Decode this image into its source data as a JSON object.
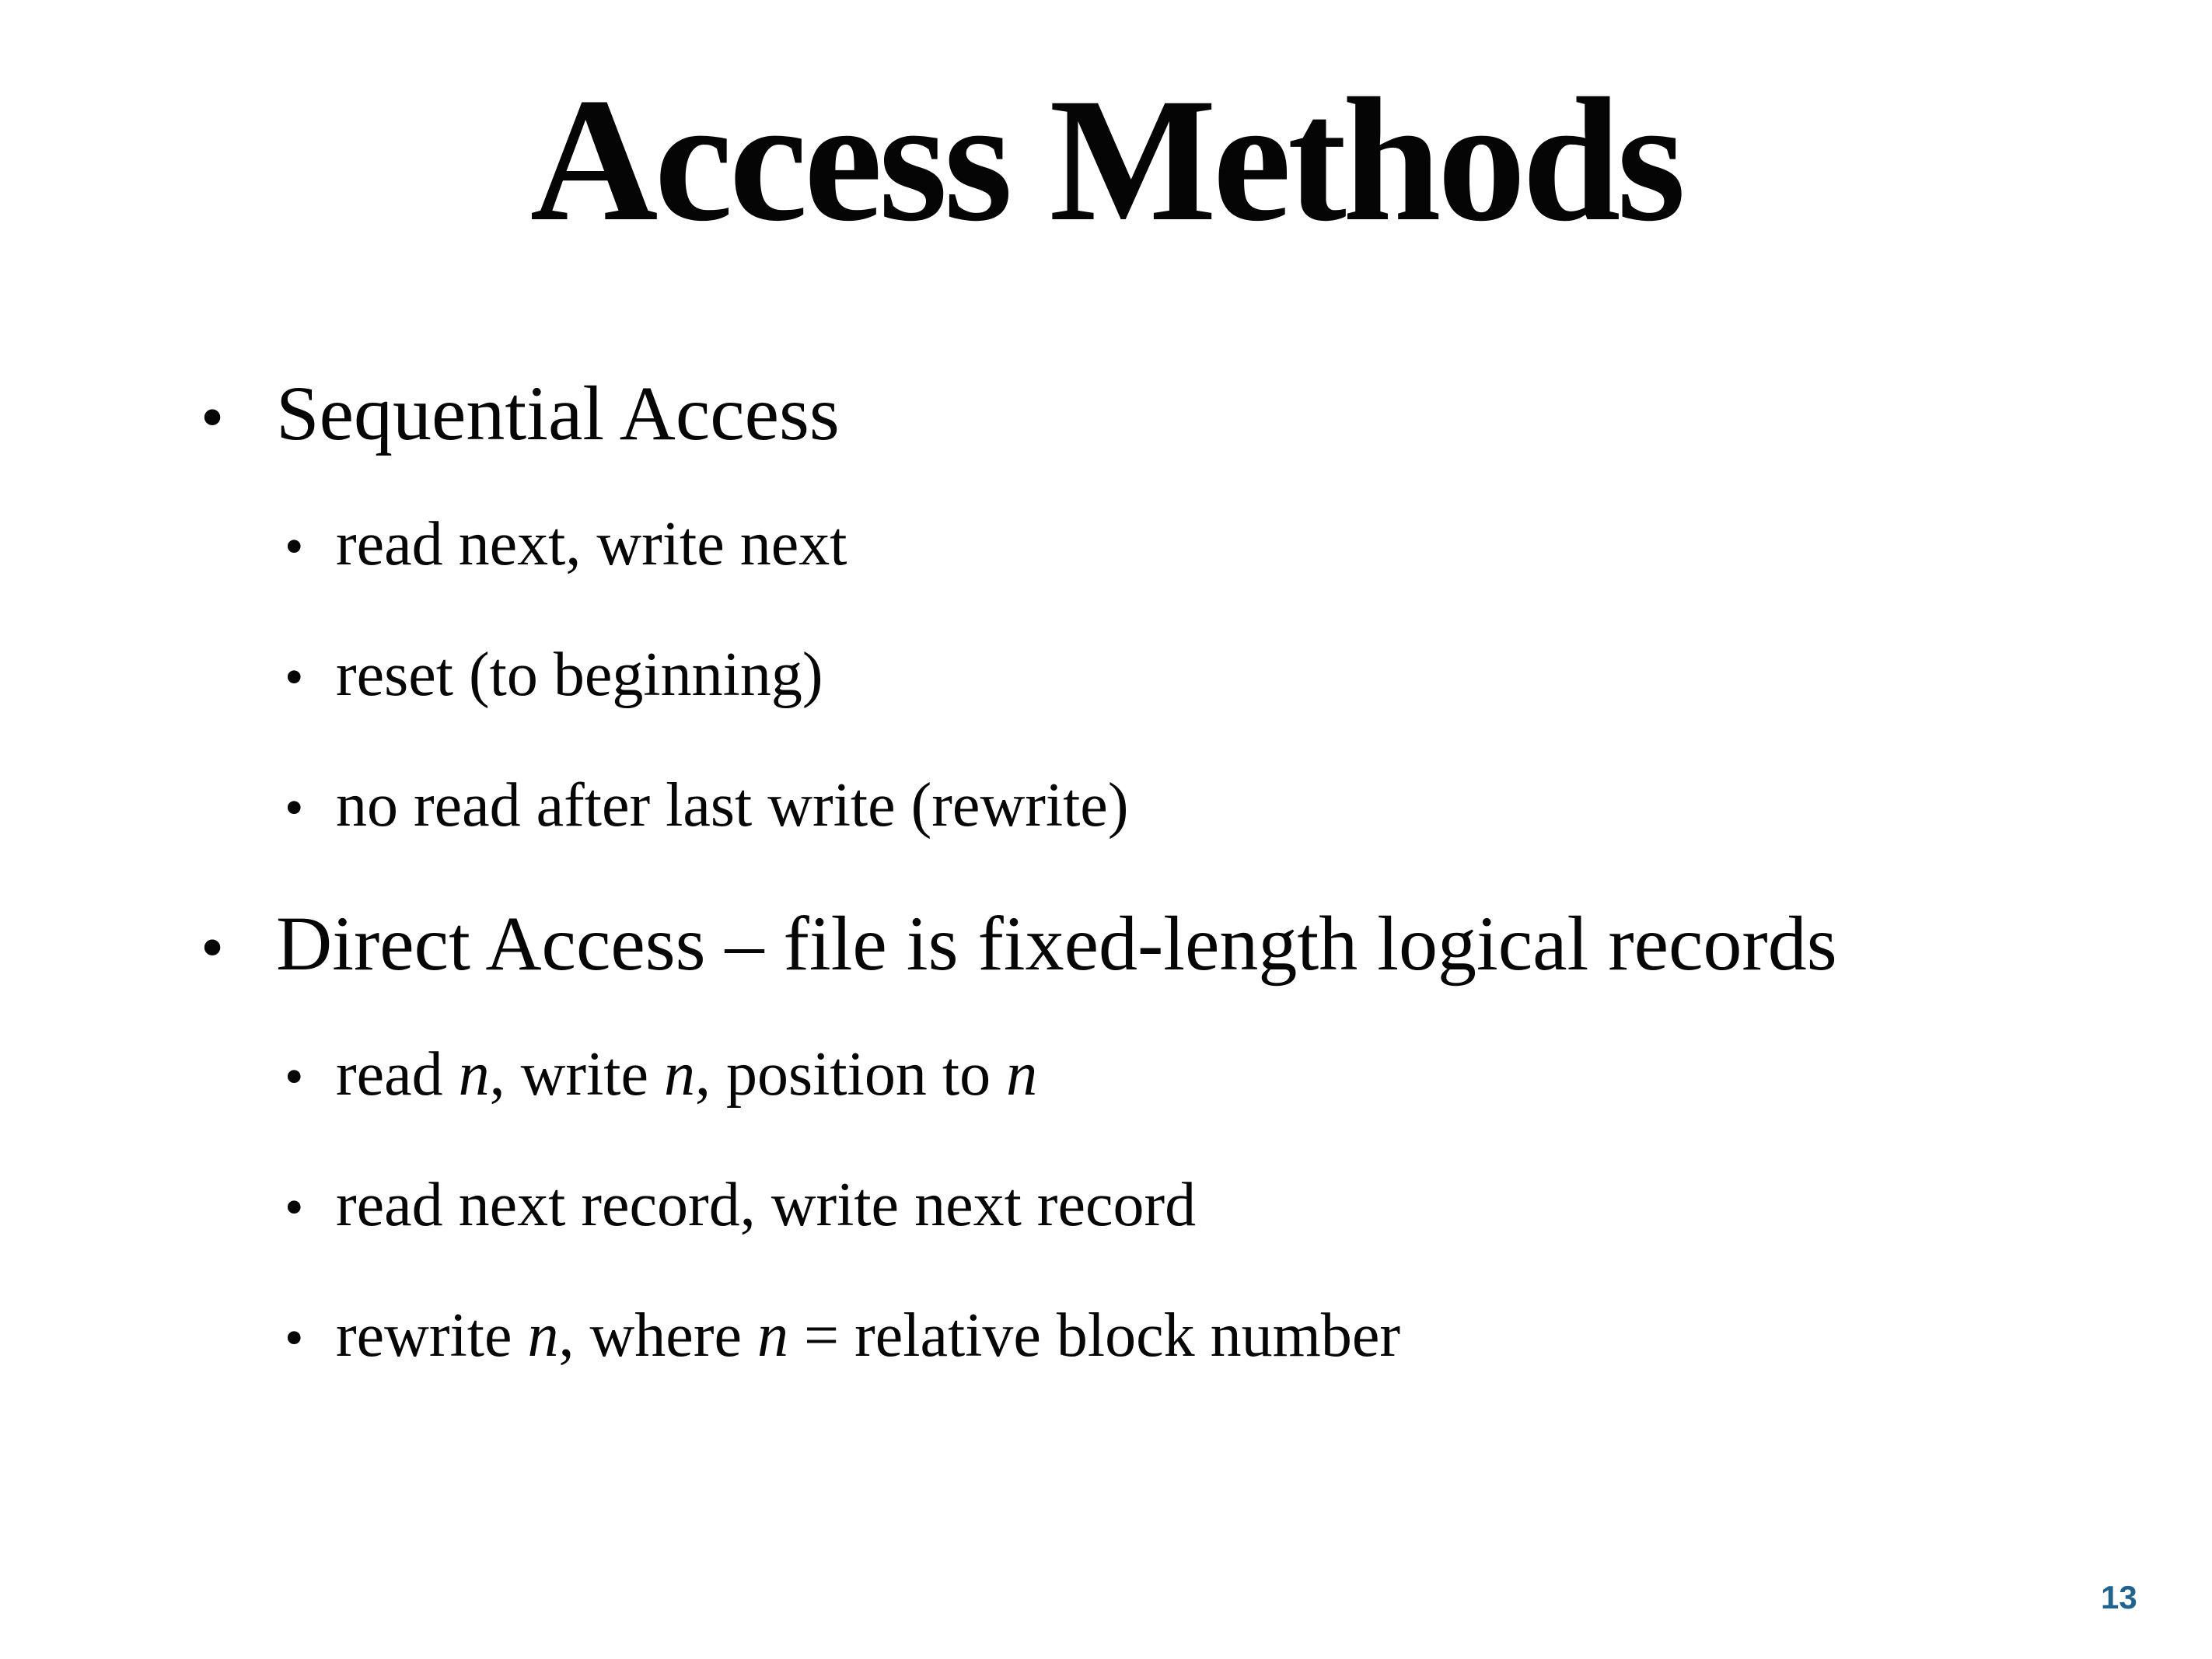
{
  "slide": {
    "title": "Access Methods",
    "page_number": "13",
    "colors": {
      "background": "#ffffff",
      "text": "#060606",
      "page_number": "#1f6391"
    },
    "bullets": [
      {
        "level": 1,
        "segments": [
          {
            "text": "Sequential Access"
          }
        ]
      },
      {
        "level": 2,
        "segments": [
          {
            "text": "read next, write next"
          }
        ]
      },
      {
        "level": 2,
        "segments": [
          {
            "text": "reset (to beginning)"
          }
        ]
      },
      {
        "level": 2,
        "segments": [
          {
            "text": "no read after last write (rewrite)"
          }
        ]
      },
      {
        "level": 1,
        "segments": [
          {
            "text": "Direct Access – file is fixed-length logical records"
          }
        ]
      },
      {
        "level": 2,
        "segments": [
          {
            "text": "read "
          },
          {
            "text": "n",
            "italic": true
          },
          {
            "text": ", write "
          },
          {
            "text": "n",
            "italic": true
          },
          {
            "text": ", position to "
          },
          {
            "text": "n",
            "italic": true
          }
        ]
      },
      {
        "level": 2,
        "segments": [
          {
            "text": "read next record, write next record"
          }
        ]
      },
      {
        "level": 2,
        "segments": [
          {
            "text": "rewrite "
          },
          {
            "text": "n",
            "italic": true
          },
          {
            "text": ", where "
          },
          {
            "text": "n",
            "italic": true
          },
          {
            "text": " = relative block number"
          }
        ]
      }
    ],
    "bullet_glyph": "•"
  }
}
